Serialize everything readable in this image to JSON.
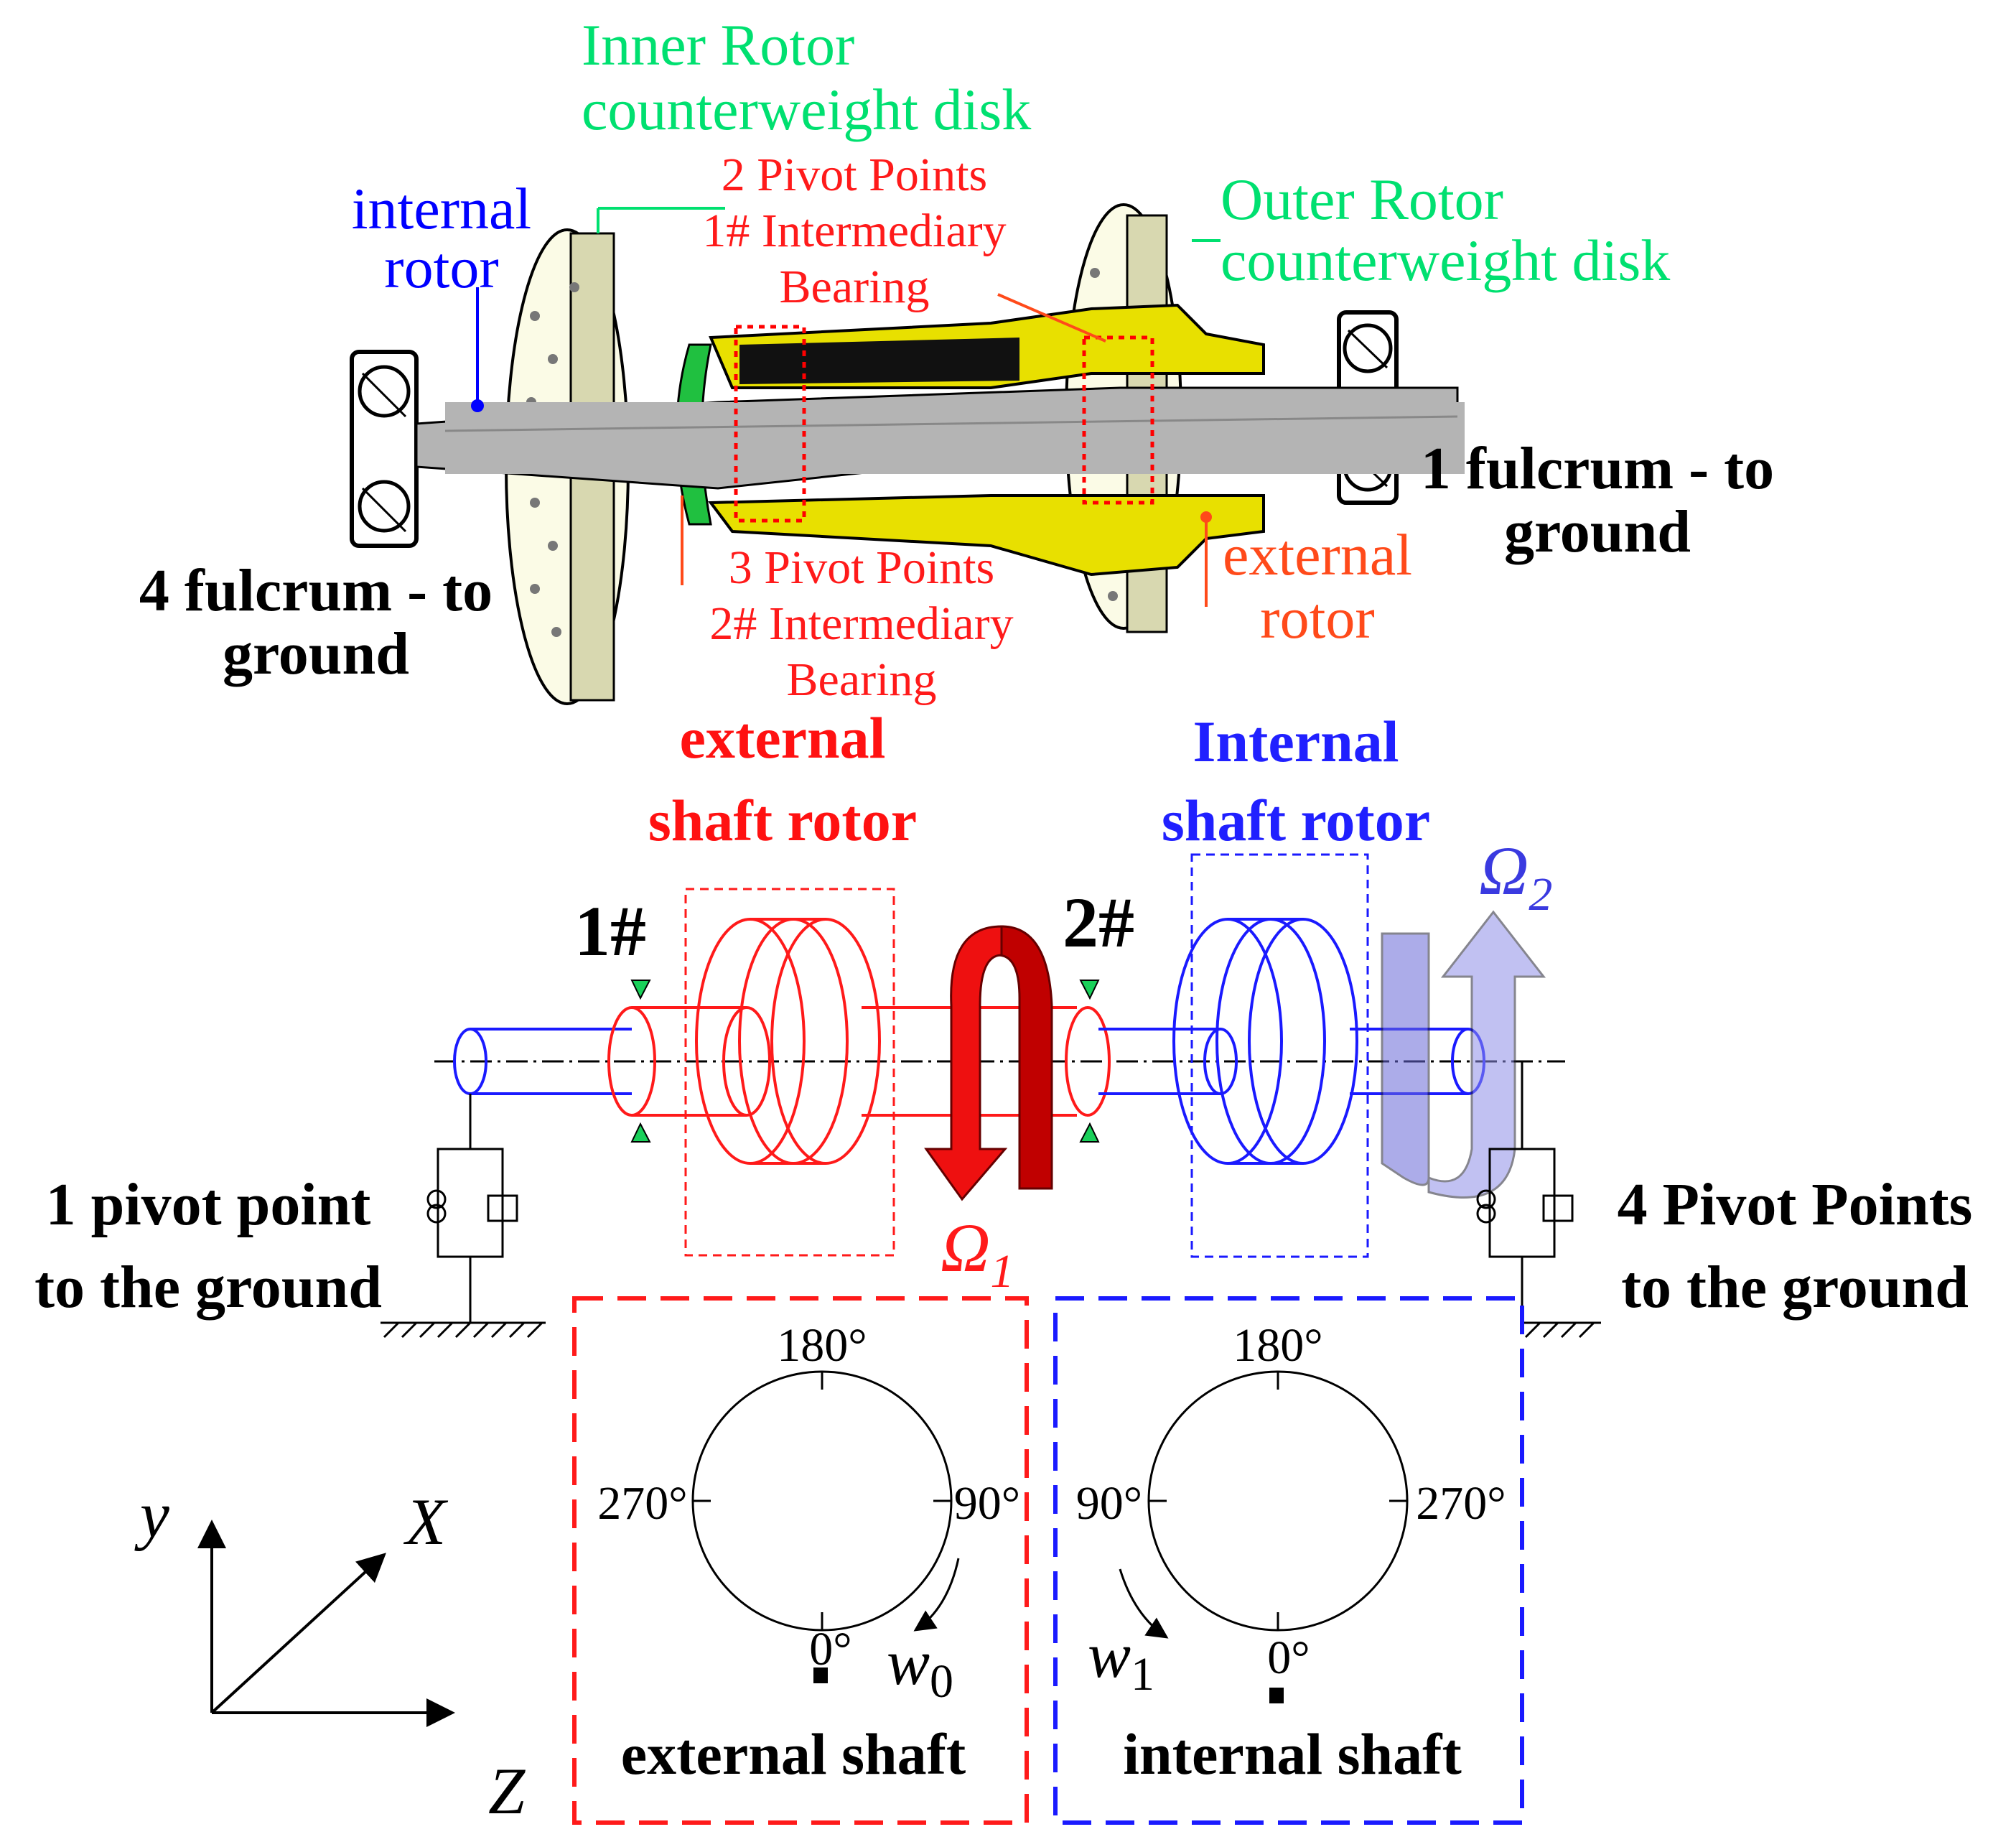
{
  "top": {
    "inner_rotor_disk": "Inner Rotor\ncounterweight disk",
    "outer_rotor_disk": "Outer Rotor\ncounterweight disk",
    "internal_rotor": "internal\nrotor",
    "external_rotor": "external\nrotor",
    "pivot2": "2 Pivot Points\n1# Intermediary\nBearing",
    "pivot3": "3 Pivot Points\n2# Intermediary\nBearing",
    "fulcrum1": "1 fulcrum - to\nground",
    "fulcrum4": "4 fulcrum - to\nground"
  },
  "middle": {
    "external_title": "external\nshaft rotor",
    "internal_title": "Internal\nshaft rotor",
    "bearing1": "1#",
    "bearing2": "2#",
    "omega1": "Ω",
    "omega1_sub": "1",
    "omega2": "Ω",
    "omega2_sub": "2",
    "pivot1_ground": "1 pivot point\nto the ground",
    "pivot4_ground": "4 Pivot Points\nto the ground"
  },
  "bottom": {
    "external_panel": {
      "title": "external shaft",
      "deg_top": "180°",
      "deg_left": "270°",
      "deg_right": "90°",
      "deg_bottom": "0°",
      "w": "w",
      "w_sub": "0"
    },
    "internal_panel": {
      "title": "internal shaft",
      "deg_top": "180°",
      "deg_left": "90°",
      "deg_right": "270°",
      "deg_bottom": "0°",
      "w": "w",
      "w_sub": "1"
    },
    "axes": {
      "y": "y",
      "x": "X",
      "z": "Z"
    }
  },
  "colors": {
    "red": "#ff1a1a",
    "blue": "#1a1aff",
    "green": "#00e070",
    "yellow": "#e8e000",
    "gray": "#b4b4b4"
  }
}
